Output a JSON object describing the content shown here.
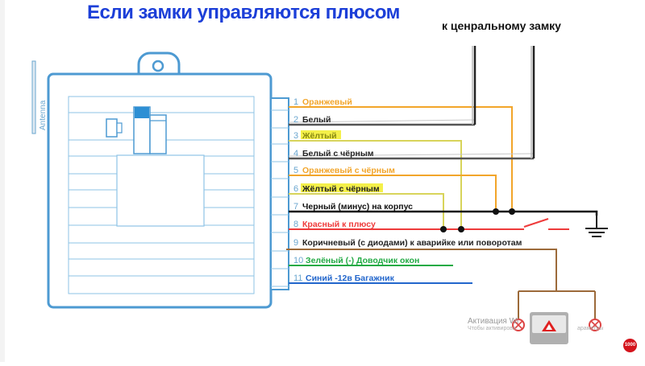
{
  "title": "Если замки управляются плюсом",
  "central_lock_label": "к ценральному замку",
  "antenna_label": "Antenna",
  "wires": [
    {
      "num": "1",
      "label": "Оранжевый",
      "color": "#f2a52a"
    },
    {
      "num": "2",
      "label": "Белый",
      "color": "#555555"
    },
    {
      "num": "3",
      "label": "Жёлтый",
      "color": "#d8d45a"
    },
    {
      "num": "4",
      "label": "Белый с чёрным",
      "color": "#555555"
    },
    {
      "num": "5",
      "label": "Оранжевый с чёрным",
      "color": "#f2a52a"
    },
    {
      "num": "6",
      "label": "Жёлтый с чёрным",
      "color": "#d8d45a"
    },
    {
      "num": "7",
      "label": "Черный (минус)  на корпус",
      "color": "#111111"
    },
    {
      "num": "8",
      "label": "Красный  к  плюсу",
      "color": "#ee3b3b"
    },
    {
      "num": "9",
      "label": "Коричневый (с диодами) к аварийке или поворотам",
      "color": "#9c6a3a"
    },
    {
      "num": "10",
      "label": "Зелёный (-)  Доводчик окон",
      "color": "#22aa44"
    },
    {
      "num": "11",
      "label": "Синий  -12в  Багажник",
      "color": "#2266cc"
    }
  ],
  "watermark": {
    "line1": "Активация Wi",
    "line2a": "Чтобы активирова",
    "line2b": "араметры"
  },
  "channel_logo": "1000"
}
